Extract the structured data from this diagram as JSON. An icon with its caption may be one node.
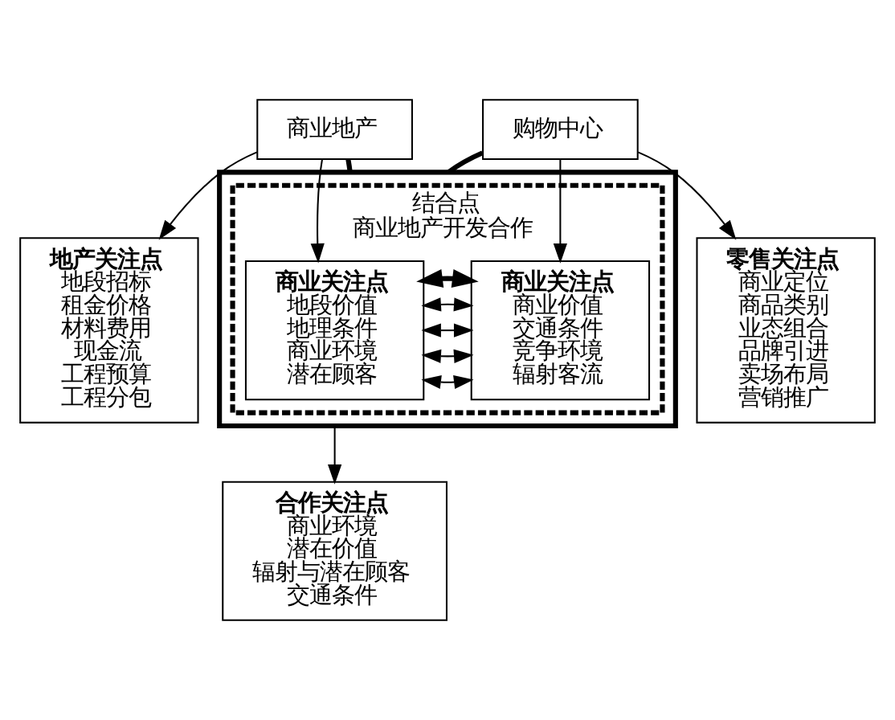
{
  "diagram": {
    "nodes": [
      {
        "text": [
          "商业地产"
        ]
      },
      {
        "text": [
          "购物中心"
        ]
      },
      {
        "text": [
          "地产关注点",
          "地段招标",
          "租金价格",
          "材料费用",
          "现金流",
          "工程预算",
          "工程分包"
        ]
      },
      {
        "text": [],
        "shape": "box"
      },
      {
        "text": [
          "结合点",
          "商业地产开发合作"
        ],
        "in": 3
      },
      {
        "text": [
          "商业关注点",
          "地段价值",
          "地理条件",
          "商业环境",
          "潜在顾客"
        ],
        "in": 4
      },
      {
        "text": [
          "商业关注点",
          "商业价值",
          "交通条件",
          "竞争环境",
          "辐射客流"
        ],
        "in": 4
      },
      {
        "text": [
          "零售关注点",
          "商业定位",
          "商品类别",
          "业态组合",
          "品牌引进",
          "卖场布局",
          "营销推广"
        ]
      },
      {
        "text": [
          "合作关注点",
          "商业环境",
          "潜在价值",
          "辐射与潜在顾客",
          "交通条件"
        ]
      }
    ],
    "edges": [
      {
        "from": 0,
        "to": 2,
        "arrow": "to"
      },
      {
        "from": 0,
        "to": 5,
        "arrow": "to"
      },
      {
        "from": 1,
        "to": 6,
        "arrow": "to"
      },
      {
        "from": 1,
        "to": 7,
        "arrow": "to"
      },
      {
        "from": 0,
        "to": 3,
        "arrow": "none",
        "style": "thick"
      },
      {
        "from": 1,
        "to": 3,
        "arrow": "none",
        "style": "thick"
      },
      {
        "from": 5,
        "to": 6,
        "arrow": "both"
      },
      {
        "from": 5,
        "to": 6,
        "arrow": "both"
      },
      {
        "from": 5,
        "to": 6,
        "arrow": "both"
      },
      {
        "from": 5,
        "to": 6,
        "arrow": "both"
      },
      {
        "from": 5,
        "to": 6,
        "arrow": "both",
        "style": "thick"
      },
      {
        "from": 3,
        "to": 8,
        "arrow": "to"
      }
    ]
  }
}
